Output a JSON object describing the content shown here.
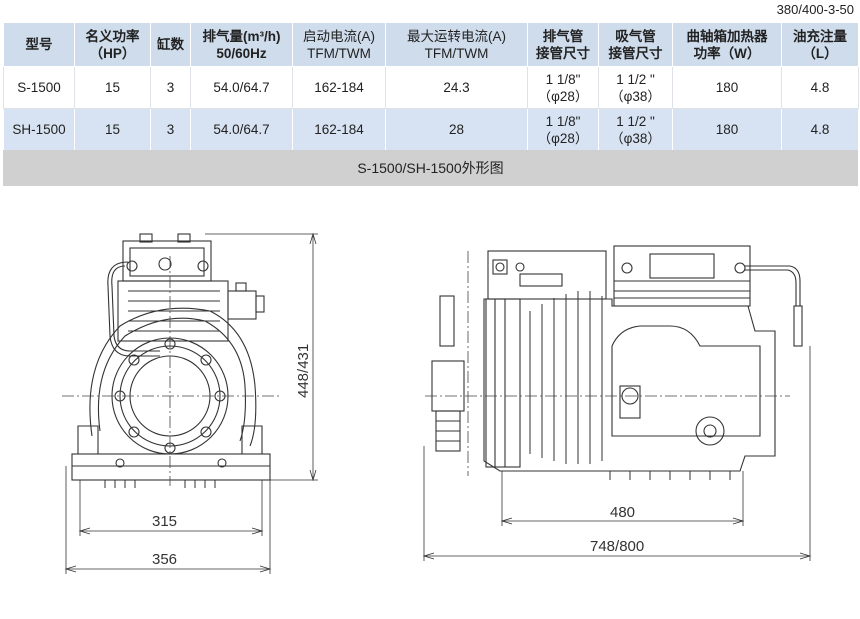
{
  "voltage_code": "380/400-3-50",
  "table": {
    "headers": [
      {
        "l1": "型号",
        "l2": "",
        "bold": true
      },
      {
        "l1": "名义功率",
        "l2": "（HP）",
        "bold": true
      },
      {
        "l1": "缸数",
        "l2": "",
        "bold": true
      },
      {
        "l1": "排气量(m³/h)",
        "l2": "50/60Hz",
        "bold": true
      },
      {
        "l1": "启动电流(A)",
        "l2": "TFM/TWM",
        "bold": false
      },
      {
        "l1": "最大运转电流(A)",
        "l2": "TFM/TWM",
        "bold": false
      },
      {
        "l1": "排气管",
        "l2": "接管尺寸",
        "bold": true
      },
      {
        "l1": "吸气管",
        "l2": "接管尺寸",
        "bold": true
      },
      {
        "l1": "曲轴箱加热器",
        "l2": "功率（W）",
        "bold": true
      },
      {
        "l1": "油充注量",
        "l2": "（L）",
        "bold": true
      }
    ],
    "rows": [
      {
        "model": "S-1500",
        "hp": "15",
        "cyl": "3",
        "disp": "54.0/64.7",
        "start": "162-184",
        "maxrun": "24.3",
        "dis_l1": "1 1/8\"",
        "dis_l2": "（φ28）",
        "suc_l1": "1 1/2 \"",
        "suc_l2": "（φ38）",
        "heater": "180",
        "oil": "4.8"
      },
      {
        "model": "SH-1500",
        "hp": "15",
        "cyl": "3",
        "disp": "54.0/64.7",
        "start": "162-184",
        "maxrun": "28",
        "dis_l1": "1 1/8\"",
        "dis_l2": "（φ28）",
        "suc_l1": "1 1/2 \"",
        "suc_l2": "（φ38）",
        "heater": "180",
        "oil": "4.8"
      }
    ]
  },
  "section_title": "S-1500/SH-1500外形图",
  "dimensions": {
    "front_width_inner": "315",
    "front_width_outer": "356",
    "front_height": "448/431",
    "side_length_inner": "480",
    "side_length_outer": "748/800"
  }
}
